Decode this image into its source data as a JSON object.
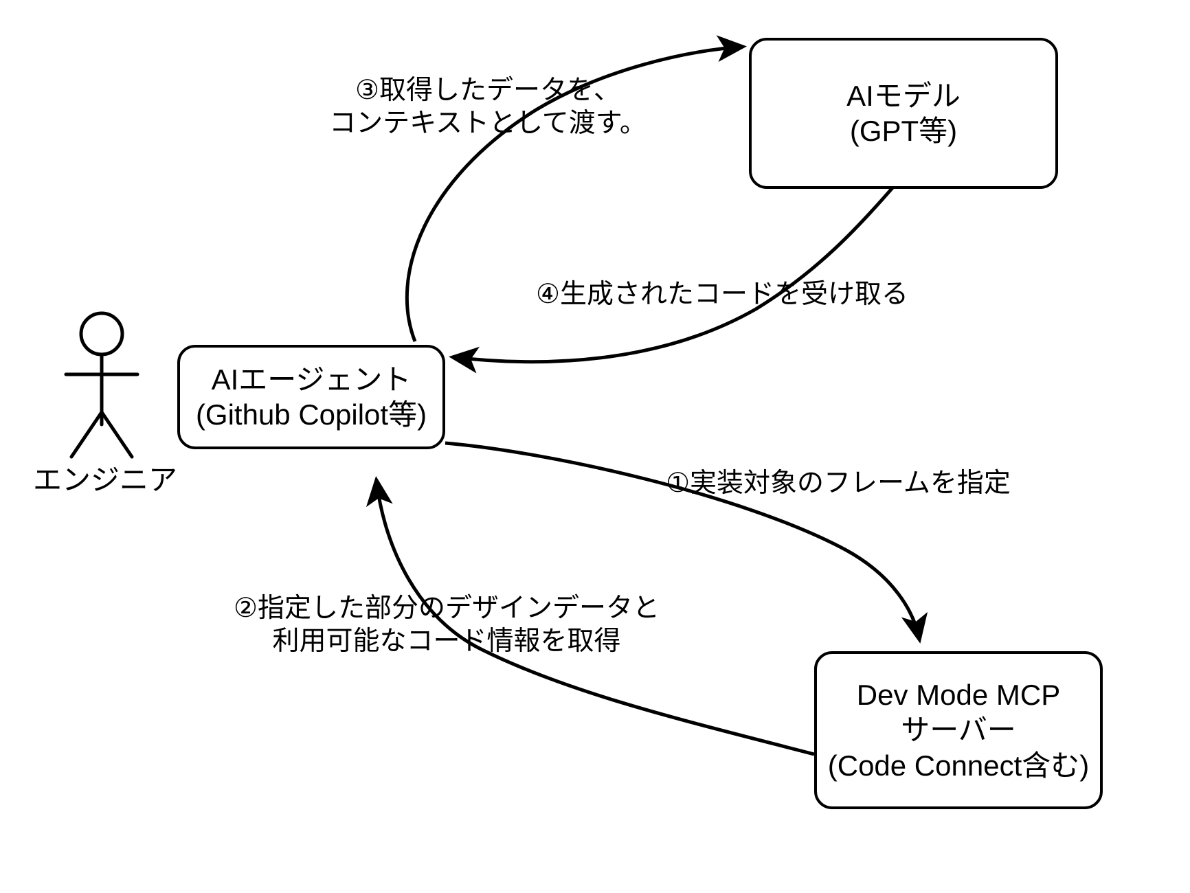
{
  "diagram": {
    "title": "Figma Dev Mode MCP AI coding workflow",
    "background_color": "#ffffff",
    "stroke_color": "#000000",
    "actor": {
      "label": "エンジニア",
      "icon": "stick-figure-icon"
    },
    "nodes": [
      {
        "id": "ai-model",
        "lines": [
          "AIモデル",
          "(GPT等)"
        ]
      },
      {
        "id": "ai-agent",
        "lines": [
          "AIエージェント",
          "(Github Copilot等)"
        ]
      },
      {
        "id": "mcp-server",
        "lines": [
          "Dev Mode MCP",
          "サーバー",
          "(Code Connect含む)"
        ]
      }
    ],
    "edges": [
      {
        "id": "step-1",
        "from": "ai-agent",
        "to": "mcp-server",
        "lines": [
          "①実装対象のフレームを指定"
        ]
      },
      {
        "id": "step-2",
        "from": "mcp-server",
        "to": "ai-agent",
        "lines": [
          "②指定した部分のデザインデータと",
          "利用可能なコード情報を取得"
        ]
      },
      {
        "id": "step-3",
        "from": "ai-agent",
        "to": "ai-model",
        "lines": [
          "③取得したデータを、",
          "コンテキストとして渡す。"
        ]
      },
      {
        "id": "step-4",
        "from": "ai-model",
        "to": "ai-agent",
        "lines": [
          "④生成されたコードを受け取る"
        ]
      }
    ]
  }
}
